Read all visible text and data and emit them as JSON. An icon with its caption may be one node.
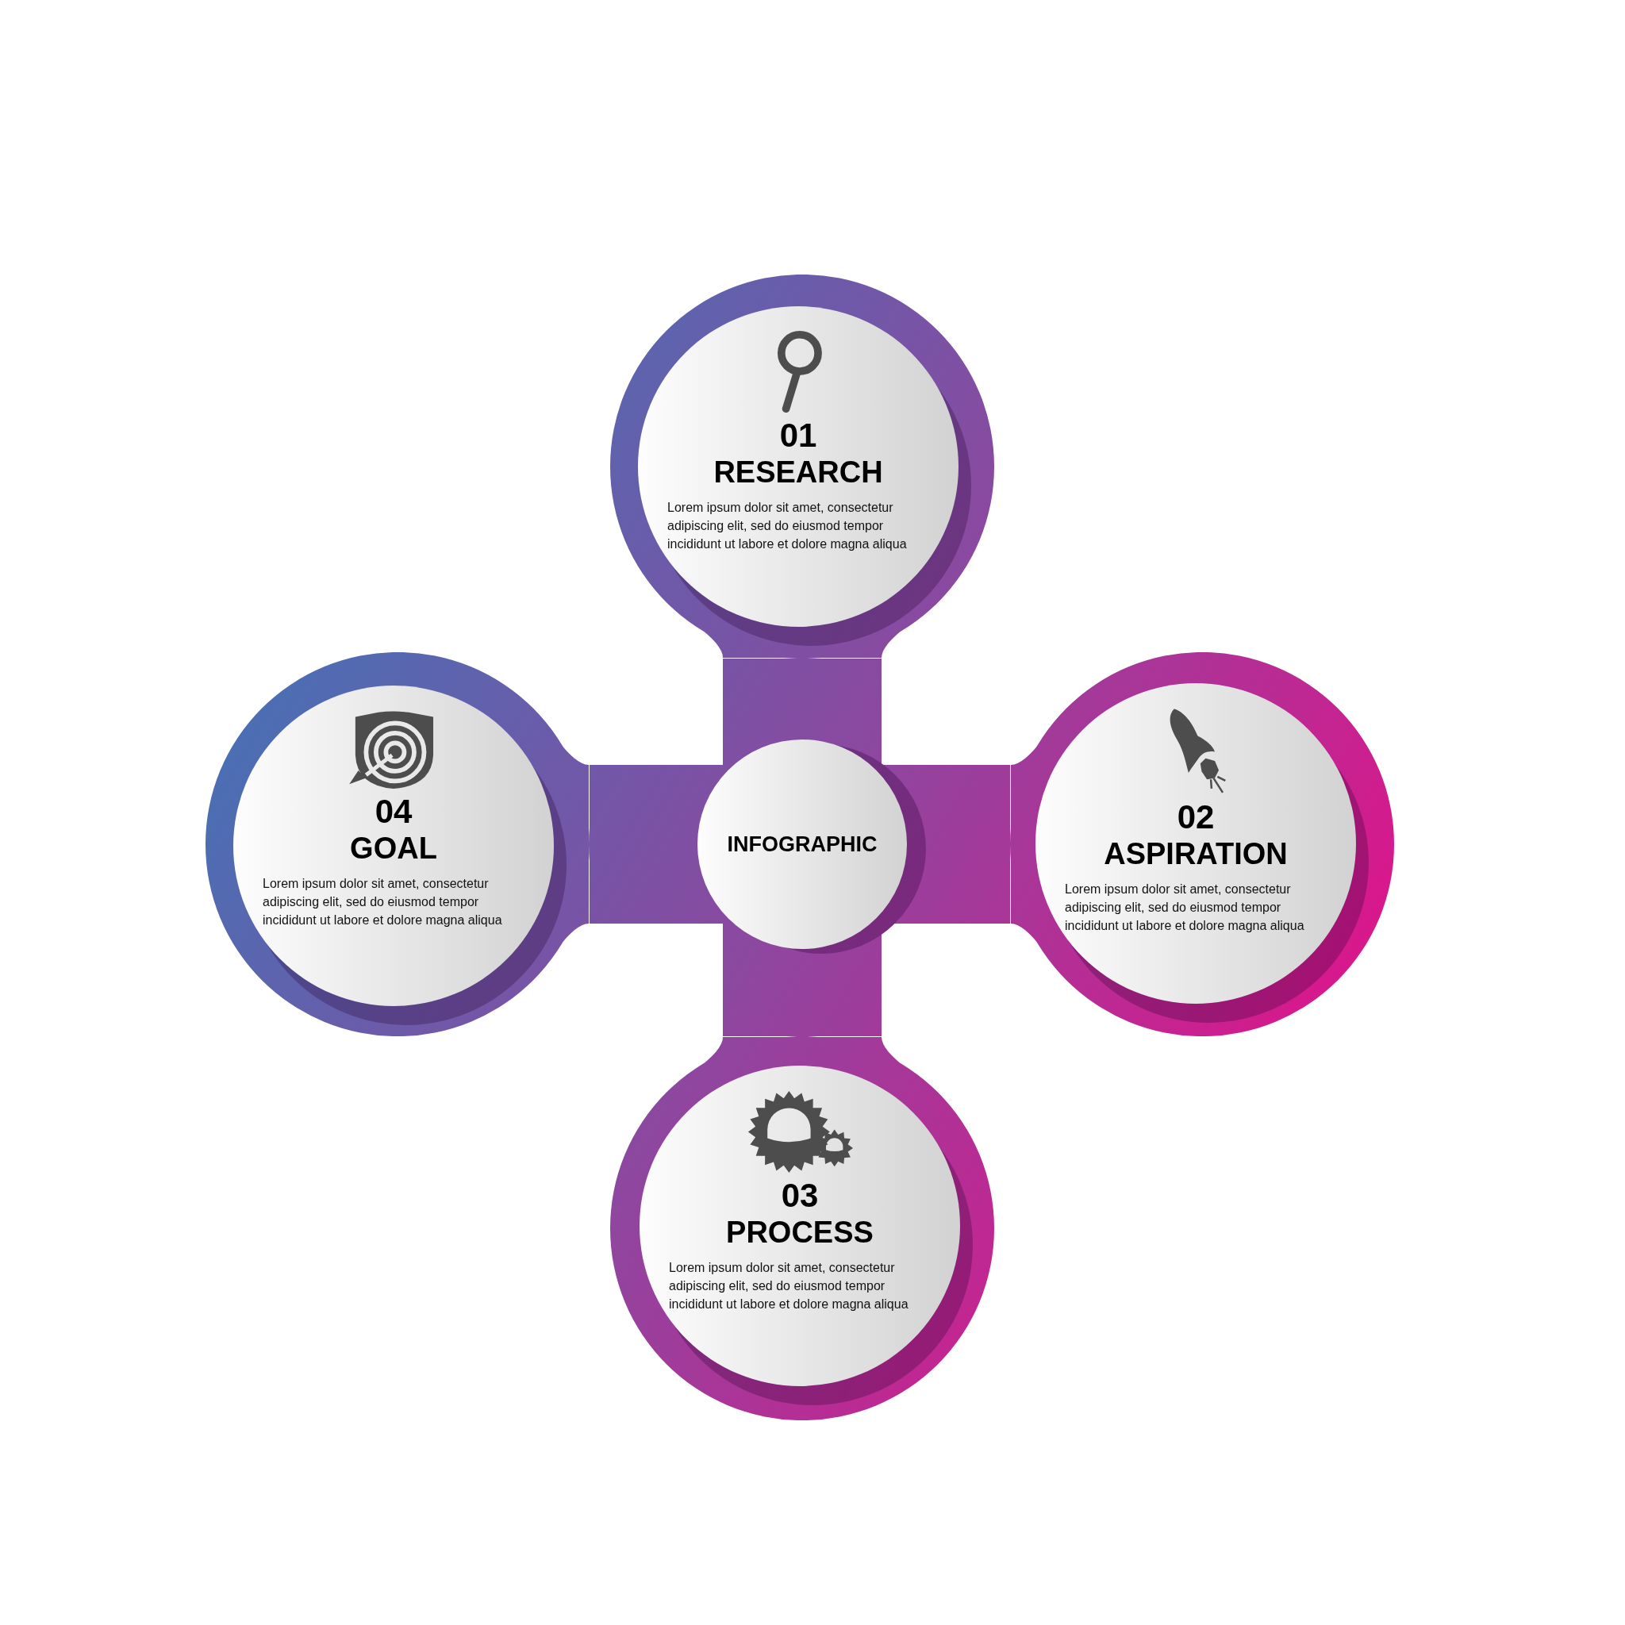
{
  "diagram": {
    "nodes": [
      {
        "text": [
          "01",
          "RESEARCH",
          "Lorem ipsum dolor sit amet, consectetur adipiscing elit, sed do eiusmod tempor incididunt ut labore et dolore magna aliqua"
        ]
      },
      {
        "text": [
          "04",
          "GOAL",
          "Lorem ipsum dolor sit amet, consectetur adipiscing elit, sed do eiusmod tempor incididunt ut labore et dolore magna aliqua"
        ]
      },
      {
        "text": [
          "INFOGRAPHIC"
        ]
      },
      {
        "text": [
          "02",
          "ASPIRATION",
          "Lorem ipsum dolor sit amet, consectetur adipiscing elit, sed do eiusmod tempor incididunt ut labore et dolore magna aliqua"
        ]
      },
      {
        "text": [
          "03",
          "PROCESS",
          "Lorem ipsum dolor sit amet, consectetur adipiscing elit, sed do eiusmod tempor incididunt ut labore et dolore magna aliqua"
        ]
      }
    ],
    "edges": [
      {
        "from": 2,
        "to": 0,
        "arrow": "none",
        "style": "thick"
      },
      {
        "from": 2,
        "to": 3,
        "arrow": "none",
        "style": "thick"
      },
      {
        "from": 2,
        "to": 4,
        "arrow": "none",
        "style": "thick"
      },
      {
        "from": 2,
        "to": 1,
        "arrow": "none",
        "style": "thick"
      }
    ]
  }
}
